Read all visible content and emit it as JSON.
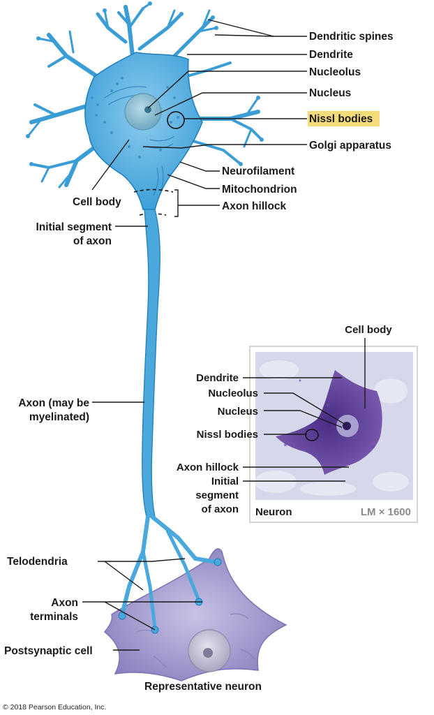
{
  "labels": {
    "dendritic_spines": "Dendritic spines",
    "dendrite": "Dendrite",
    "nucleolus": "Nucleolus",
    "nucleus": "Nucleus",
    "nissl_bodies": "Nissl bodies",
    "golgi_apparatus": "Golgi apparatus",
    "neurofilament": "Neurofilament",
    "mitochondrion": "Mitochondrion",
    "axon_hillock": "Axon hillock",
    "cell_body": "Cell body",
    "initial_segment_line1": "Initial segment",
    "initial_segment_line2": "of axon",
    "axon_line1": "Axon (may be",
    "axon_line2": "myelinated)",
    "telodendria": "Telodendria",
    "axon_terminals_line1": "Axon",
    "axon_terminals_line2": "terminals",
    "postsynaptic_cell": "Postsynaptic cell",
    "caption": "Representative neuron",
    "copyright": "© 2018 Pearson Education, Inc."
  },
  "micrograph": {
    "cell_body": "Cell body",
    "dendrite": "Dendrite",
    "nucleolus": "Nucleolus",
    "nucleus": "Nucleus",
    "nissl_bodies": "Nissl bodies",
    "axon_hillock": "Axon hillock",
    "initial_line1": "Initial",
    "initial_line2": "segment",
    "initial_line3": "of axon",
    "title": "Neuron",
    "magnification": "LM × 1600"
  },
  "colors": {
    "neuron_fill": "#4aa8dc",
    "neuron_stroke": "#1f7fb8",
    "nucleus_fill": "#8dbfd3",
    "postsynaptic_fill": "#9c93c7",
    "highlight": "#f5dc7a",
    "stain": "#5a3a8f"
  }
}
